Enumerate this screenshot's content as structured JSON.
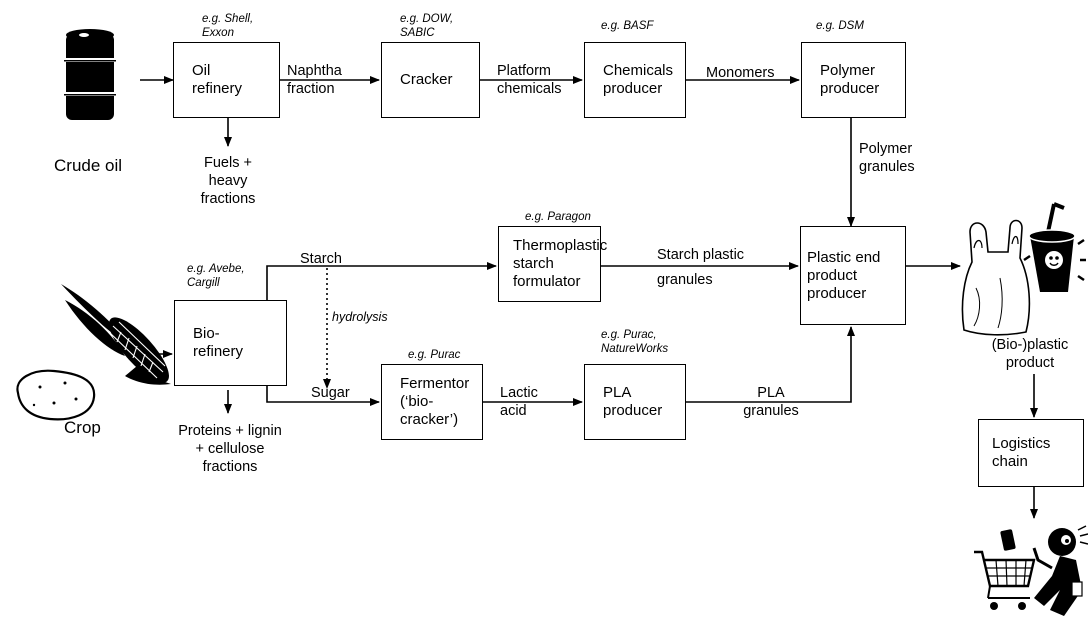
{
  "sources": {
    "crude_oil": "Crude oil",
    "crop": "Crop"
  },
  "boxes": {
    "oil_refinery": "Oil\nrefinery",
    "cracker": "Cracker",
    "chemicals_producer": "Chemicals\nproducer",
    "polymer_producer": "Polymer\nproducer",
    "biorefinery": "Bio-\nrefinery",
    "thermoplastic_starch": "Thermoplastic\nstarch\nformulator",
    "fermentor": "Fermentor\n(‘bio-\ncracker’)",
    "pla_producer": "PLA\nproducer",
    "plastic_end_product": "Plastic end\nproduct\nproducer",
    "logistics_chain": "Logistics\nchain"
  },
  "examples": {
    "shell_exxon": "e.g. Shell,\nExxon",
    "dow_sabic": "e.g. DOW,\nSABIC",
    "basf": "e.g. BASF",
    "dsm": "e.g. DSM",
    "avebe_cargill": "e.g. Avebe,\nCargill",
    "paragon": "e.g. Paragon",
    "purac": "e.g. Purac",
    "purac_natureworks": "e.g. Purac,\nNatureWorks"
  },
  "flows": {
    "naphtha": "Naphtha\nfraction",
    "platform": "Platform\nchemicals",
    "monomers": "Monomers",
    "polymer_granules": "Polymer\ngranules",
    "fuels": "Fuels +\nheavy\nfractions",
    "starch": "Starch",
    "hydrolysis": "hydrolysis",
    "starch_plastic": "Starch plastic",
    "granules": "granules",
    "sugar": "Sugar",
    "lactic_acid": "Lactic\nacid",
    "pla_granules": "PLA\ngranules",
    "proteins": "Proteins + lignin\n+ cellulose\nfractions",
    "bioplastic_product": "(Bio-)plastic\nproduct"
  },
  "icons": [
    "oil-barrel-icon",
    "corn-icon",
    "potato-icon",
    "plastic-bag-icon",
    "drink-cup-icon",
    "shopper-cart-icon"
  ]
}
